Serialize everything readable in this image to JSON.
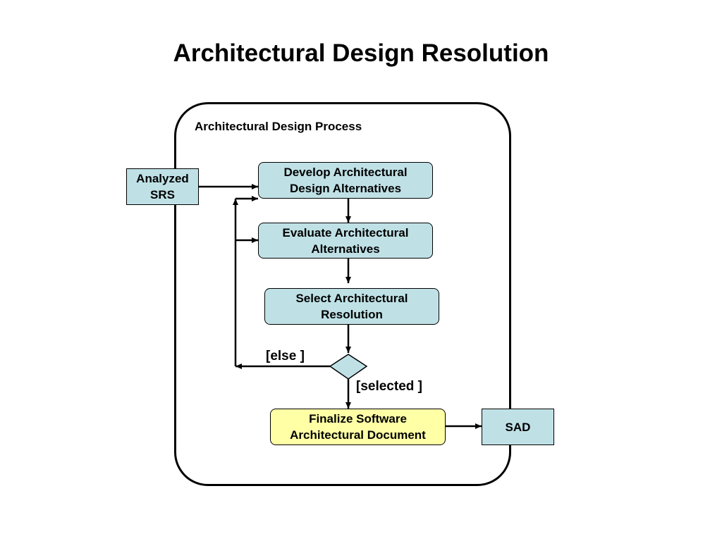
{
  "title": "Architectural Design Resolution",
  "process": {
    "label": "Architectural Design Process"
  },
  "nodes": {
    "input": "Analyzed SRS",
    "develop": "Develop Architectural Design Alternatives",
    "evaluate": "Evaluate Architectural Alternatives",
    "select": "Select Architectural Resolution",
    "finalize": "Finalize Software Architectural Document",
    "output": "SAD"
  },
  "guards": {
    "else": "[else ]",
    "selected": "[selected ]"
  },
  "colors": {
    "activity_fill": "#bfe1e6",
    "final_fill": "#ffffa6",
    "line": "#000000"
  }
}
